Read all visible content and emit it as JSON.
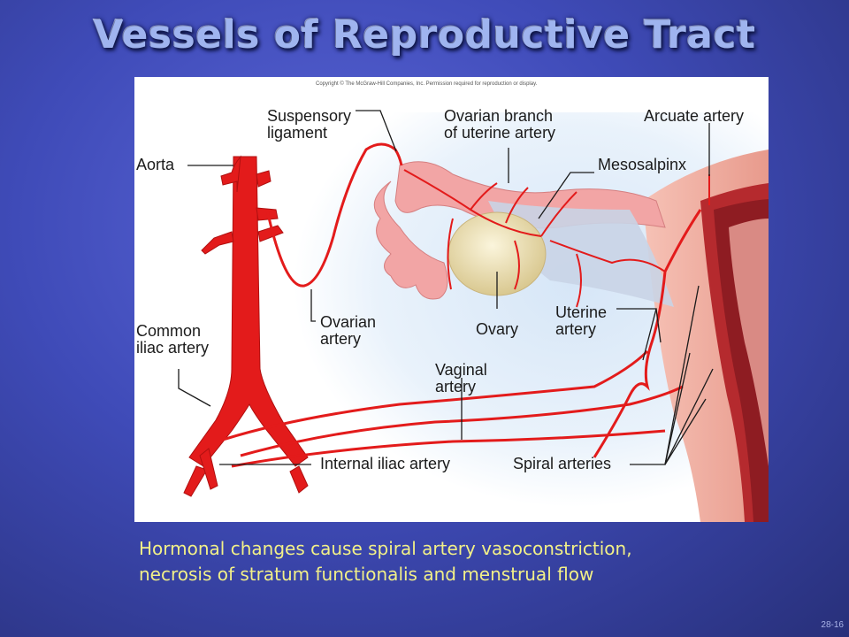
{
  "slide": {
    "title": "Vessels of Reproductive Tract",
    "caption_line1": "Hormonal changes cause spiral artery vasoconstriction,",
    "caption_line2": "necrosis of stratum functionalis and menstrual flow",
    "slide_number": "28-16"
  },
  "figure": {
    "copyright": "Copyright © The McGraw-Hill Companies, Inc. Permission required for reproduction or display.",
    "labels": {
      "suspensory_1": "Suspensory",
      "suspensory_2": "ligament",
      "ovarian_branch_1": "Ovarian branch",
      "ovarian_branch_2": "of uterine artery",
      "arcuate": "Arcuate artery",
      "aorta": "Aorta",
      "mesosalpinx": "Mesosalpinx",
      "common_iliac_1": "Common",
      "common_iliac_2": "iliac artery",
      "ovarian_artery_1": "Ovarian",
      "ovarian_artery_2": "artery",
      "ovary": "Ovary",
      "uterine_1": "Uterine",
      "uterine_2": "artery",
      "vaginal_1": "Vaginal",
      "vaginal_2": "artery",
      "internal_iliac": "Internal iliac artery",
      "spiral": "Spiral arteries"
    },
    "colors": {
      "artery": "#e31b1b",
      "artery_dark": "#b01010",
      "tissue_pink": "#f2a5a5",
      "uterine_wall": "#c0202a",
      "ovary": "#f1e6c0",
      "background_blue": "#dbe9f7"
    }
  }
}
